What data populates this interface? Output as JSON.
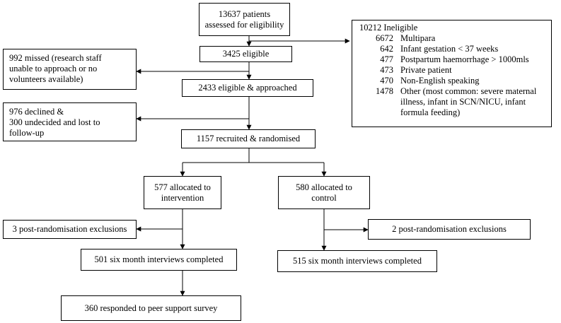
{
  "nodes": {
    "assessed": {
      "lines": [
        "13637 patients",
        "assessed for eligibility"
      ]
    },
    "eligible": {
      "lines": [
        "3425 eligible"
      ]
    },
    "missed": {
      "lines": [
        "992 missed (research staff",
        "unable to approach or no",
        "volunteers available)"
      ]
    },
    "approached": {
      "lines": [
        "2433 eligible & approached"
      ]
    },
    "declined": {
      "lines": [
        "976 declined &",
        "300 undecided and lost to",
        "follow-up"
      ]
    },
    "recruited": {
      "lines": [
        "1157 recruited & randomised"
      ]
    },
    "intervention": {
      "lines": [
        "577 allocated to",
        "intervention"
      ]
    },
    "control": {
      "lines": [
        "580 allocated to",
        "control"
      ]
    },
    "excl_intervention": {
      "lines": [
        "3 post-randomisation exclusions"
      ]
    },
    "excl_control": {
      "lines": [
        "2 post-randomisation exclusions"
      ]
    },
    "interviews_intervention": {
      "lines": [
        "501 six month interviews completed"
      ]
    },
    "interviews_control": {
      "lines": [
        "515 six month interviews completed"
      ]
    },
    "survey": {
      "lines": [
        "360 responded to peer support survey"
      ]
    }
  },
  "ineligible": {
    "title": "10212 Ineligible",
    "reasons": [
      {
        "count": "6672",
        "label": "Multipara"
      },
      {
        "count": "642",
        "label": "Infant gestation < 37 weeks"
      },
      {
        "count": "477",
        "label": "Postpartum haemorrhage > 1000mls"
      },
      {
        "count": "473",
        "label": "Private patient"
      },
      {
        "count": "470",
        "label": "Non-English speaking"
      },
      {
        "count": "1478",
        "label": "Other (most common: severe maternal",
        "cont": [
          "illness, infant in SCN/NICU, infant",
          "formula feeding)"
        ]
      }
    ]
  }
}
